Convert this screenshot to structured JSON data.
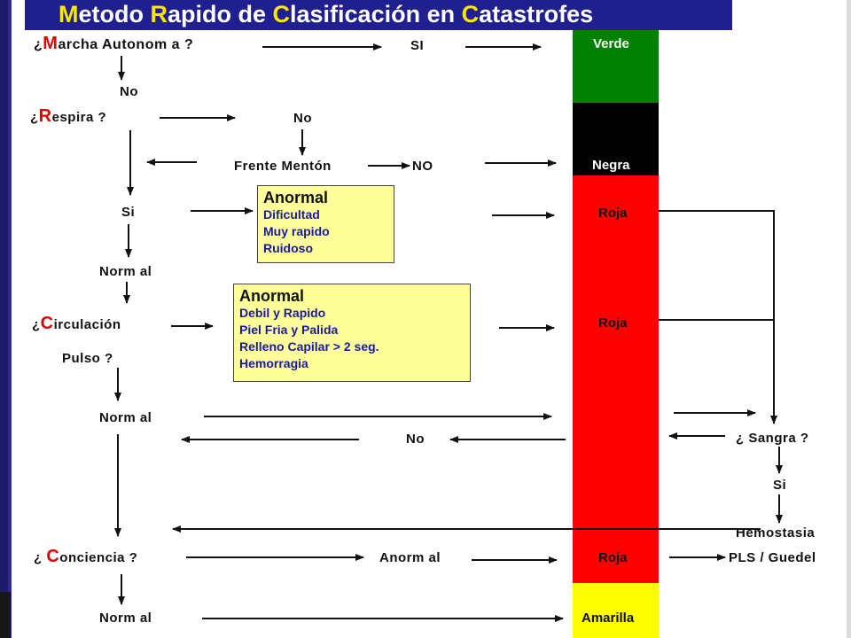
{
  "title": {
    "parts": [
      {
        "cap": "M",
        "rest": "etodo "
      },
      {
        "cap": "R",
        "rest": "apido de "
      },
      {
        "cap": "C",
        "rest": "lasificación en "
      },
      {
        "cap": "C",
        "rest": "atastrofes"
      }
    ]
  },
  "flow": {
    "marcha_prefix": "¿",
    "marcha_cap": "M",
    "marcha_rest": "archa Autonom a ?",
    "marcha_si": "SI",
    "marcha_no": "No",
    "respira_prefix": "¿",
    "respira_cap": "R",
    "respira_rest": "espira ?",
    "respira_no": "No",
    "frente_menton": "Frente Mentón",
    "frente_no": "NO",
    "respira_si": "Si",
    "respira_normal": "Norm al",
    "circ_prefix": "¿",
    "circ_cap": "C",
    "circ_rest": "irculación",
    "pulso": "Pulso ?",
    "circ_normal": "Norm al",
    "circ_no": "No",
    "conc_prefix": "¿",
    "conc_cap": "C",
    "conc_rest": "onciencia ?",
    "conc_anormal": "Anorm al",
    "conc_normal": "Norm al",
    "sangra": "¿ Sangra ?",
    "sangra_si": "Si",
    "hemostasia": "Hemostasia",
    "pls": "PLS / Guedel"
  },
  "boxes": {
    "respira": {
      "title": "Anormal",
      "items": [
        "Dificultad",
        "Muy rapido",
        "Ruidoso"
      ]
    },
    "circ": {
      "title": "Anormal",
      "items": [
        "Debil y Rapido",
        "Piel Fria y Palida",
        "Relleno Capilar > 2 seg.",
        "Hemorragia"
      ]
    }
  },
  "categories": {
    "verde": "Verde",
    "negra": "Negra",
    "roja1": "Roja",
    "roja2": "Roja",
    "roja3": "Roja",
    "amarilla": "Amarilla"
  },
  "colors": {
    "verde": "#008000",
    "negra": "#000000",
    "roja": "#ff0000",
    "amarilla": "#ffff00",
    "title_bg": "#1f1f8f",
    "title_cap": "#ffe600",
    "accent_letter": "#e00000"
  }
}
